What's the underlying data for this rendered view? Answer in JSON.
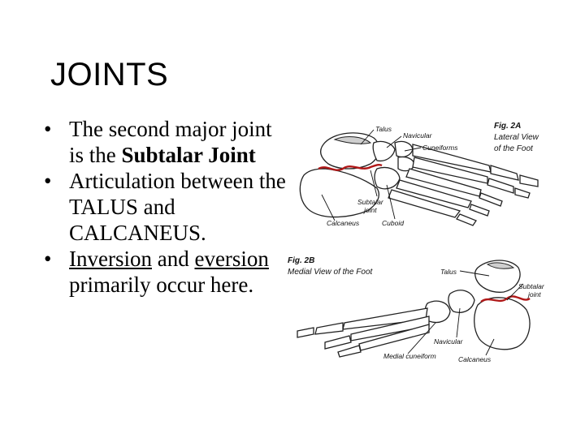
{
  "slide": {
    "title": "JOINTS",
    "bullets": [
      {
        "text_a": "The second major joint is the ",
        "bold": "Subtalar Joint"
      },
      {
        "text": "Articulation between the TALUS and CALCANEUS."
      },
      {
        "u1": "Inversion",
        "mid": " and ",
        "u2": "eversion",
        "rest": " primarily occur here."
      }
    ]
  },
  "figure": {
    "fig2a": {
      "caption_line1": "Fig. 2A",
      "caption_line2": "Lateral View",
      "caption_line3": "of the Foot",
      "labels": {
        "talus": "Talus",
        "navicular": "Navicular",
        "cuneiforms": "Cuneiforms",
        "subtalar_line1": "Subtalar",
        "subtalar_line2": "joint",
        "calcaneus": "Calcaneus",
        "cuboid": "Cuboid"
      }
    },
    "fig2b": {
      "caption_fig": "Fig. 2B",
      "caption_text": "Medial View of the Foot",
      "labels": {
        "talus": "Talus",
        "subtalar_line1": "Subtalar",
        "subtalar_line2": "joint",
        "navicular": "Navicular",
        "medial_cuneiform": "Medial cuneiform",
        "calcaneus": "Calcaneus"
      }
    }
  }
}
